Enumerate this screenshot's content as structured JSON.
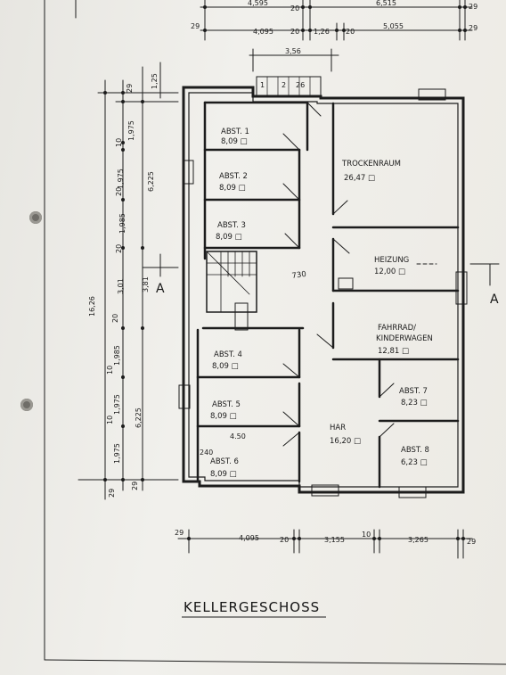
{
  "title": "KELLERGESCHOSS",
  "section_marker": "A",
  "rooms": [
    {
      "name": "ABST. 1",
      "area": "8,09 □"
    },
    {
      "name": "ABST. 2",
      "area": "8,09 □"
    },
    {
      "name": "ABST. 3",
      "area": "8,09 □"
    },
    {
      "name": "ABST. 4",
      "area": "8,09 □"
    },
    {
      "name": "ABST. 5",
      "area": "8,09 □"
    },
    {
      "name": "ABST. 6",
      "area": "8,09 □"
    },
    {
      "name": "TROCKENRAUM",
      "area": "26,47 □"
    },
    {
      "name": "HEIZUNG",
      "area": "12,00 □"
    },
    {
      "name": "FAHRRAD/",
      "name2": "KINDERWAGEN",
      "area": "12,81 □"
    },
    {
      "name": "ABST. 7",
      "area": "8,23 □"
    },
    {
      "name": "HAR",
      "area": "16,20 □"
    },
    {
      "name": "ABST. 8",
      "area": "6,23 □"
    }
  ],
  "stair_labels": {
    "flight": "730",
    "landing": "4.50",
    "wall": "240"
  },
  "top_dims": {
    "row1": [
      "4,595",
      "20",
      "6,515",
      "29"
    ],
    "row2": [
      "29",
      "4,095",
      "20",
      "1,26",
      "20",
      "5,055",
      "29"
    ],
    "row3": [
      "3,56"
    ],
    "stair_row": [
      "1",
      "2",
      "26"
    ]
  },
  "bottom_dims": [
    "29",
    "4,095",
    "20",
    "3,155",
    "10",
    "3,265",
    "29"
  ],
  "left_dims": {
    "outer": [
      "16,26"
    ],
    "middle": [
      "1,25",
      "6,225",
      "3,81",
      "6,225",
      "29"
    ],
    "inner": [
      "29",
      "1,975",
      "10",
      "1,975",
      "20",
      "1,985",
      "20",
      "3,01",
      "20",
      "1,985",
      "10",
      "1,975",
      "10",
      "1,975",
      "29"
    ]
  },
  "ui": {
    "line_color": "#1c1c1c",
    "paper_color": "#eeede8"
  }
}
